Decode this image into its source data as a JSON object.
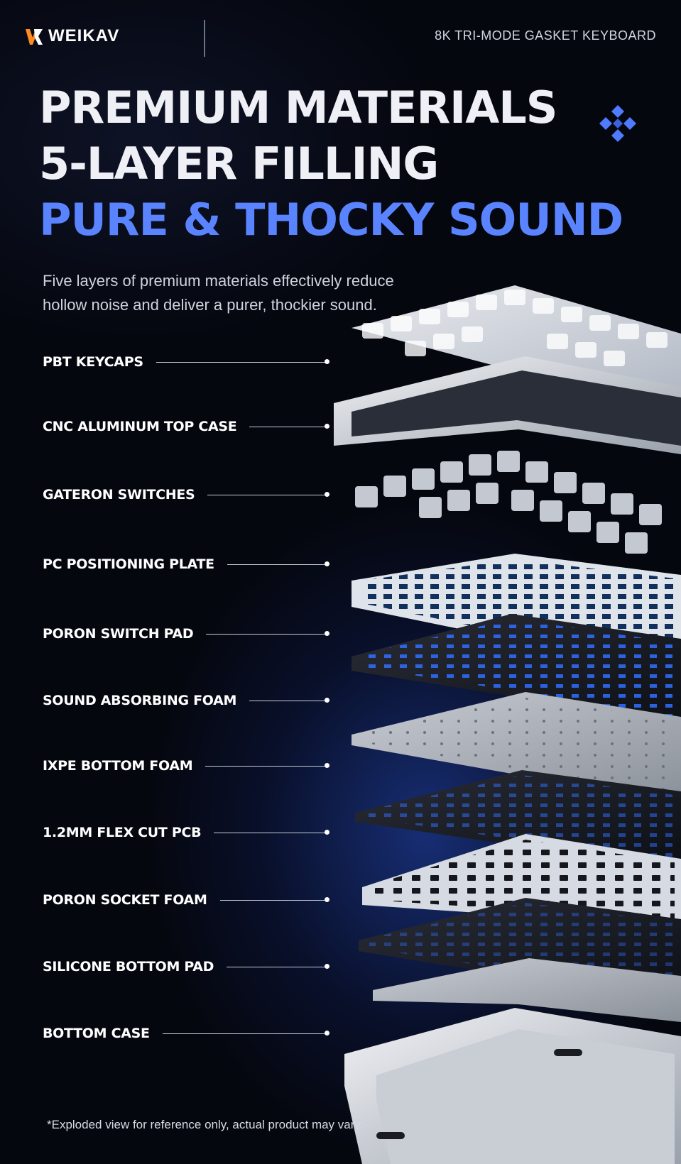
{
  "brand": {
    "name": "WEIKAV"
  },
  "header": {
    "tagline": "8K TRI-MODE GASKET KEYBOARD"
  },
  "headline": {
    "line1": "PREMIUM MATERIALS",
    "line2": "5-LAYER FILLING",
    "line3": "PURE & THOCKY SOUND"
  },
  "subtitle": {
    "line1": "Five layers of premium materials effectively reduce",
    "line2": "hollow noise and deliver a purer, thockier sound."
  },
  "layers": [
    "PBT KEYCAPS",
    "CNC ALUMINUM TOP CASE",
    "GATERON SWITCHES",
    "PC POSITIONING PLATE",
    "PORON SWITCH PAD",
    "SOUND ABSORBING FOAM",
    "IXPE BOTTOM FOAM",
    "1.2MM FLEX CUT PCB",
    "PORON SOCKET FOAM",
    "SILICONE BOTTOM PAD",
    "BOTTOM CASE"
  ],
  "footnote": "*Exploded view for reference only, actual product may vary.",
  "colors": {
    "accent": "#5a84ff",
    "background": "#05070f"
  },
  "icons": {
    "logo": "weikav-logo-icon",
    "decoration": "diamond-cluster-icon"
  }
}
